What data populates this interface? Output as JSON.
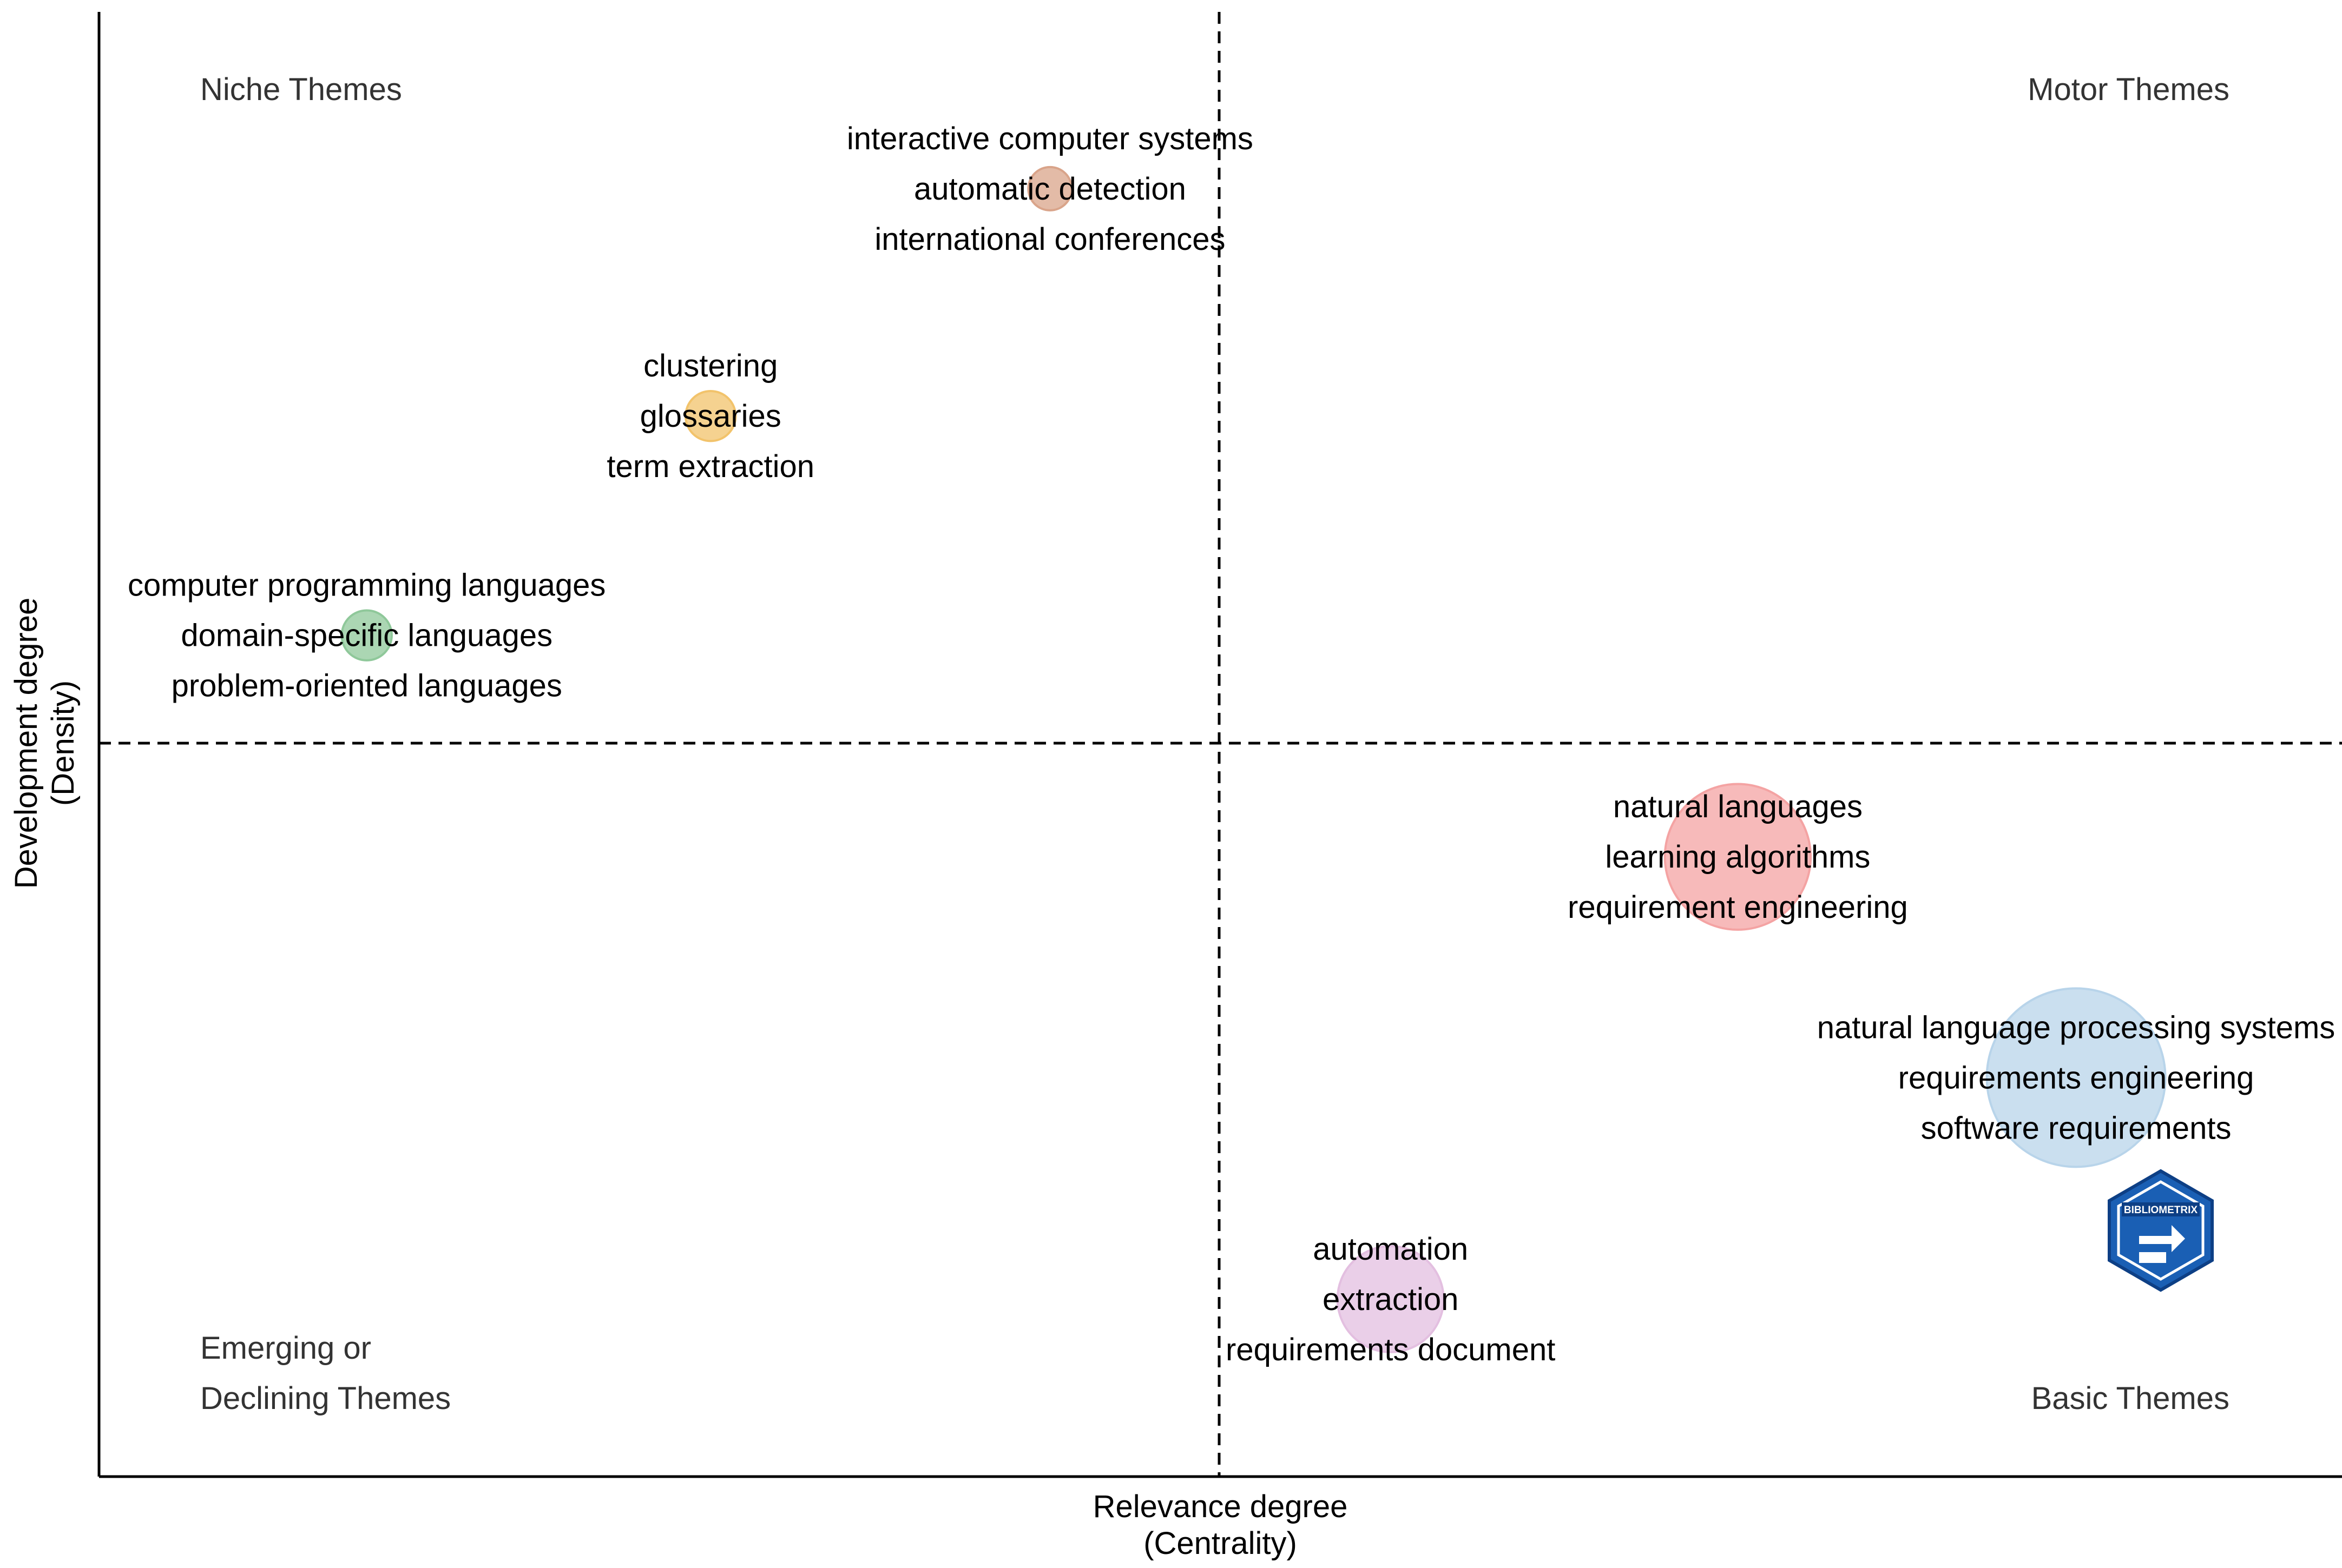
{
  "chart_data": {
    "type": "scatter",
    "subtype": "thematic-map",
    "xlabel": "Relevance degree",
    "xlabel_sub": "(Centrality)",
    "ylabel": "Development degree",
    "ylabel_sub": "(Density)",
    "xlim": [
      0,
      2
    ],
    "ylim": [
      0,
      2
    ],
    "x_divider": 1.0,
    "y_divider": 1.0,
    "grid": false,
    "quadrants": {
      "top_left": [
        "Niche Themes"
      ],
      "top_right": [
        "Motor Themes"
      ],
      "bottom_left": [
        "Emerging or",
        "Declining Themes"
      ],
      "bottom_right": [
        "Basic Themes"
      ]
    },
    "clusters": [
      {
        "x": 0.849,
        "y": 1.756,
        "size": 0.03,
        "color": "#d9a48a",
        "labels": [
          "interactive computer systems",
          "automatic detection",
          "international conferences"
        ]
      },
      {
        "x": 0.546,
        "y": 1.446,
        "size": 0.04,
        "color": "#f2c36b",
        "labels": [
          "clustering",
          "glossaries",
          "term extraction"
        ]
      },
      {
        "x": 0.239,
        "y": 1.147,
        "size": 0.04,
        "color": "#8fc89a",
        "labels": [
          "computer programming languages",
          "domain-specific languages",
          "problem-oriented languages"
        ]
      },
      {
        "x": 1.463,
        "y": 0.845,
        "size": 0.34,
        "color": "#f4a3a3",
        "labels": [
          "natural languages",
          "learning algorithms",
          "requirement engineering"
        ]
      },
      {
        "x": 1.765,
        "y": 0.544,
        "size": 0.51,
        "color": "#b8d4ea",
        "labels": [
          "natural language processing systems",
          "requirements engineering",
          "software requirements"
        ]
      },
      {
        "x": 1.153,
        "y": 0.242,
        "size": 0.18,
        "color": "#e3bfe0",
        "labels": [
          "automation",
          "extraction",
          "requirements document"
        ]
      }
    ],
    "logo": "BIBLIOMETRIX"
  }
}
